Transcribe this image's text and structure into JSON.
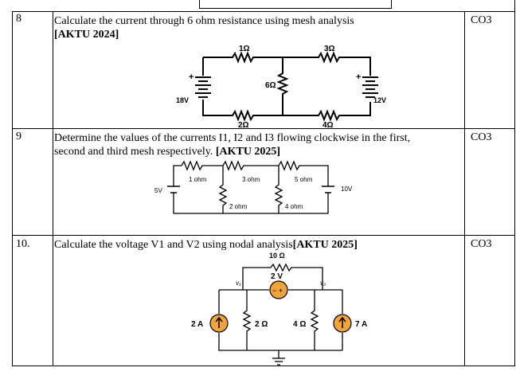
{
  "rows": [
    {
      "number": "8",
      "question_text": "Calculate the current through 6 ohm resistance using mesh analysis",
      "tag": "[AKTU 2024]",
      "co": "CO3",
      "circuit": {
        "r_top_left": "1Ω",
        "r_top_right": "3Ω",
        "r_middle": "6Ω",
        "r_bottom_left": "2Ω",
        "r_bottom_right": "4Ω",
        "source_left": "18V",
        "source_right": "12V"
      }
    },
    {
      "number": "9",
      "question_line1": "Determine the values of the currents I1, I2 and I3 flowing clockwise in the first,",
      "question_line2": "second and third mesh respectively.",
      "tag": "[AKTU 2025]",
      "co": "CO3",
      "circuit": {
        "r1": "1 ohm",
        "r2": "3 ohm",
        "r3": "5 ohm",
        "r4": "2 ohm",
        "r5": "4 ohm",
        "source_left": "5V",
        "source_right": "10V"
      }
    },
    {
      "number": "10.",
      "question_text": "Calculate the voltage V1 and V2 using nodal analysis",
      "tag": "[AKTU 2025]",
      "co": "CO3",
      "circuit": {
        "r_top": "10 Ω",
        "v1": "v₁",
        "v2": "v₂",
        "vsource": "2 V",
        "isource_left": "2 A",
        "r_left": "2 Ω",
        "r_right": "4 Ω",
        "isource_right": "7 A"
      }
    }
  ]
}
